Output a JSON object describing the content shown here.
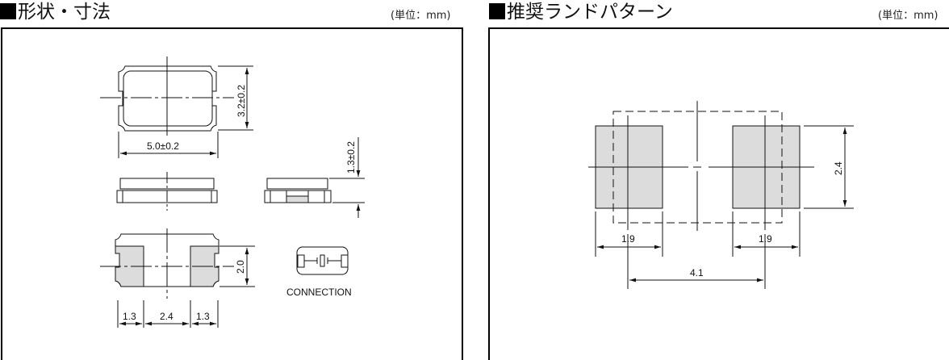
{
  "left_section": {
    "title": "形状・寸法",
    "unit": "(単位：mm)",
    "dimensions": {
      "length": "5.0±0.2",
      "width": "3.2±0.2",
      "height": "1.3±0.2",
      "pad_width": "2.0",
      "pad_left": "1.3",
      "pad_gap": "2.4",
      "pad_right": "1.3"
    },
    "connection_label": "CONNECTION"
  },
  "right_section": {
    "title": "推奨ランドパターン",
    "unit": "(単位：mm)",
    "dimensions": {
      "land_height": "2.4",
      "land_left_width": "1.9",
      "land_right_width": "1.9",
      "land_pitch": "4.1"
    }
  },
  "colors": {
    "line": "#111111",
    "pad_fill": "#dcdcdc"
  }
}
